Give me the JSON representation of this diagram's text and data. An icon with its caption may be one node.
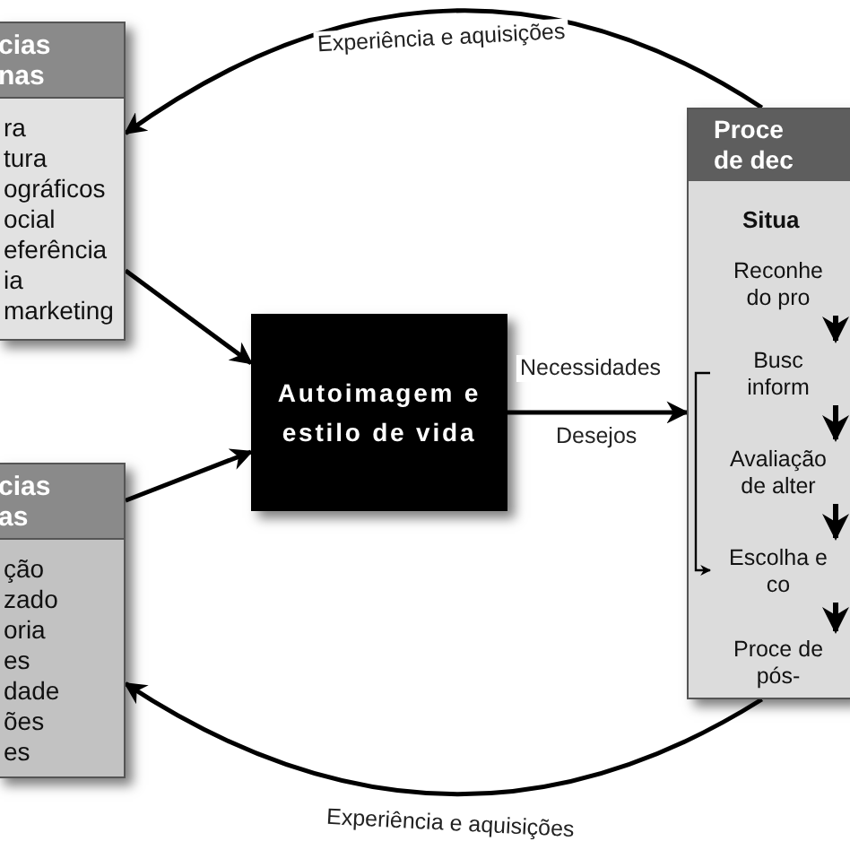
{
  "diagram": {
    "nodes": [
      {
        "text": [
          "cias nas",
          "ra",
          "tura",
          "ográficos",
          "ocial",
          "eferência",
          "ia",
          "marketing"
        ]
      },
      {
        "text": [
          "cias as",
          "ção",
          "zado",
          "oria",
          "es",
          "dade",
          "ões",
          "es"
        ]
      },
      {
        "text": [
          "Autoimagem e estilo de vida"
        ]
      },
      {
        "text": [
          "Proce de dec",
          "Situa"
        ]
      },
      {
        "text": [
          "Reconhe do pro"
        ],
        "in": 3
      },
      {
        "text": [
          "Busc inform"
        ],
        "in": 3
      },
      {
        "text": [
          "Avaliação de alter"
        ],
        "in": 3
      },
      {
        "text": [
          "Escolha e co"
        ],
        "in": 3
      },
      {
        "text": [
          "Proce de pós-"
        ],
        "in": 3
      }
    ],
    "edges": [
      {
        "from": 0,
        "to": 2,
        "arrow": "to"
      },
      {
        "from": 1,
        "to": 2,
        "arrow": "to"
      },
      {
        "from": 2,
        "to": 3,
        "arrow": "to",
        "label": "Necessidades"
      },
      {
        "from": 3,
        "to": 0,
        "arrow": "to",
        "label": "Experiência e aquisições"
      },
      {
        "from": 3,
        "to": 1,
        "arrow": "to",
        "label": "Experiência e aquisições"
      },
      {
        "from": 4,
        "to": 5,
        "arrow": "to"
      },
      {
        "from": 5,
        "to": 6,
        "arrow": "to"
      },
      {
        "from": 6,
        "to": 7,
        "arrow": "to"
      },
      {
        "from": 7,
        "to": 8,
        "arrow": "to"
      },
      {
        "from": 5,
        "to": 7,
        "arrow": "to"
      }
    ],
    "labels": [
      "Desejos"
    ]
  }
}
